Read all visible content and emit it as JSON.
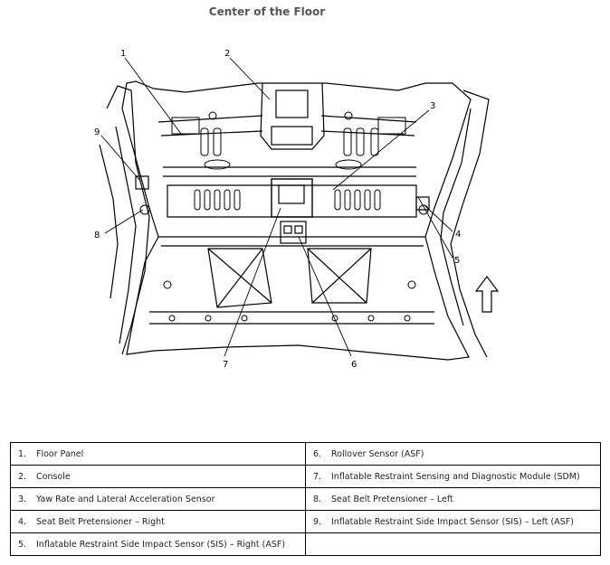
{
  "title": "Center of the Floor",
  "callouts": [
    "1",
    "2",
    "3",
    "4",
    "5",
    "6",
    "7",
    "8",
    "9"
  ],
  "legend": {
    "left": [
      {
        "num": "1.",
        "text": "Floor Panel"
      },
      {
        "num": "2.",
        "text": "Console"
      },
      {
        "num": "3.",
        "text": "Yaw Rate and Lateral Acceleration Sensor"
      },
      {
        "num": "4.",
        "text": "Seat Belt Pretensioner – Right"
      },
      {
        "num": "5.",
        "text": "Inflatable Restraint Side Impact Sensor (SIS) – Right (ASF)"
      }
    ],
    "right": [
      {
        "num": "6.",
        "text": "Rollover Sensor (ASF)"
      },
      {
        "num": "7.",
        "text": "Inflatable Restraint Sensing and Diagnostic Module (SDM)"
      },
      {
        "num": "8.",
        "text": "Seat Belt Pretensioner – Left"
      },
      {
        "num": "9.",
        "text": "Inflatable Restraint Side Impact Sensor (SIS) – Left (ASF)"
      },
      {
        "num": "",
        "text": ""
      }
    ]
  }
}
